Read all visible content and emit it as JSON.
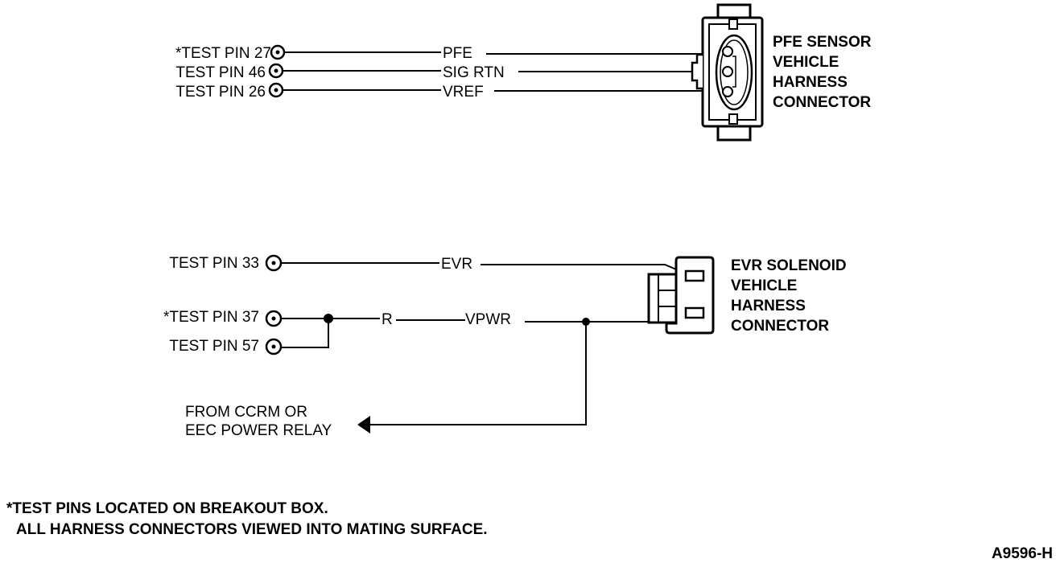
{
  "figure_id": "A9596-H",
  "pfe_circuit": {
    "pins": [
      {
        "label": "*TEST PIN 27",
        "wire": "PFE"
      },
      {
        "label": "TEST PIN 46",
        "wire": "SIG RTN"
      },
      {
        "label": "TEST PIN 26",
        "wire": "VREF"
      }
    ],
    "connector_label": [
      "PFE SENSOR",
      "VEHICLE",
      "HARNESS",
      "CONNECTOR"
    ]
  },
  "evr_circuit": {
    "pins": [
      {
        "label": "TEST PIN 33",
        "wire": "EVR"
      },
      {
        "label": "*TEST PIN 37",
        "wire": "VPWR"
      },
      {
        "label": "TEST PIN 57"
      }
    ],
    "resistor_label": "R",
    "connector_label": [
      "EVR SOLENOID",
      "VEHICLE",
      "HARNESS",
      "CONNECTOR"
    ],
    "source_label": [
      "FROM CCRM OR",
      "EEC POWER RELAY"
    ]
  },
  "footnotes": [
    "*TEST PINS LOCATED ON BREAKOUT BOX.",
    "ALL HARNESS CONNECTORS VIEWED INTO MATING SURFACE."
  ]
}
